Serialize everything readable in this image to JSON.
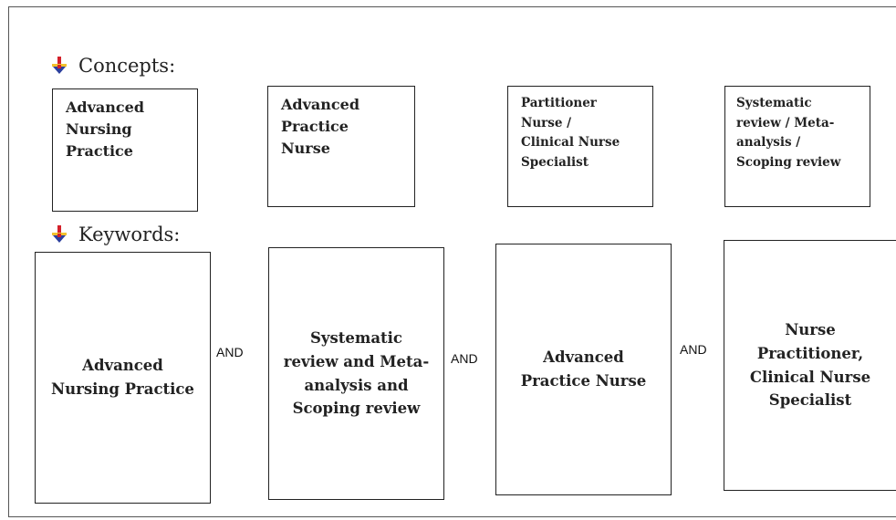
{
  "concepts": {
    "heading": "Concepts:",
    "items": [
      "Advanced\nNursing\nPractice",
      "Advanced\nPractice\nNurse",
      "Partitioner\nNurse /\nClinical Nurse\nSpecialist",
      "Systematic\nreview / Meta-\nanalysis /\nScoping review"
    ]
  },
  "keywords": {
    "heading": "Keywords:",
    "items": [
      "Advanced\nNursing Practice",
      "Systematic\nreview and Meta-\nanalysis and\nScoping review",
      "Advanced\nPractice Nurse",
      "Nurse\nPractitioner,\nClinical Nurse\nSpecialist"
    ],
    "operators": [
      "AND",
      "AND",
      "AND"
    ]
  },
  "colors": {
    "bullet_red": "#d4202a",
    "bullet_yellow": "#f2c12e",
    "bullet_blue": "#2b3f9e",
    "border": "#222222"
  },
  "icons": {
    "bullet": "down-arrow-bullet-icon"
  }
}
